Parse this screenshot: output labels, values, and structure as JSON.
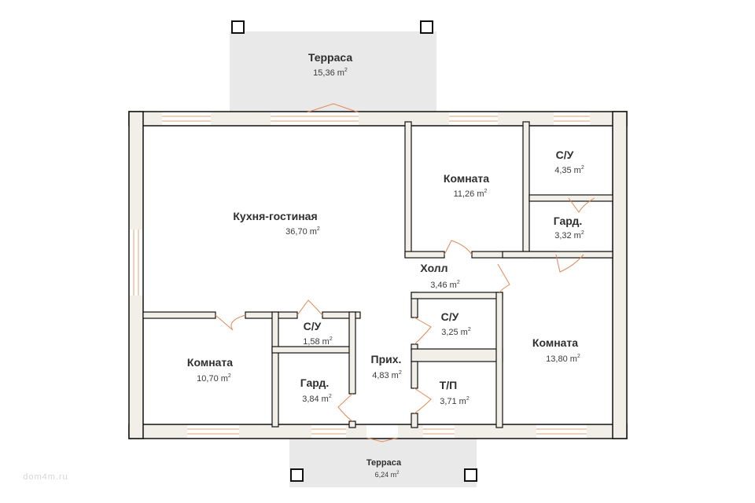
{
  "rooms": {
    "terrace_top": {
      "name": "Терраса",
      "area": "15,36 m",
      "unit_sup": "2"
    },
    "kitchen_living": {
      "name": "Кухня-гостиная",
      "area": "36,70 m",
      "unit_sup": "2"
    },
    "room_top_middle": {
      "name": "Комната",
      "area": "11,26 m",
      "unit_sup": "2"
    },
    "bath_top_right": {
      "name": "С/У",
      "area": "4,35 m",
      "unit_sup": "2"
    },
    "wardrobe_top_right": {
      "name": "Гард.",
      "area": "3,32 m",
      "unit_sup": "2"
    },
    "hall": {
      "name": "Холл",
      "area": "3,46 m",
      "unit_sup": "2"
    },
    "bath_small_left": {
      "name": "С/У",
      "area": "1,58 m",
      "unit_sup": "2"
    },
    "bath_middle": {
      "name": "С/У",
      "area": "3,25 m",
      "unit_sup": "2"
    },
    "room_right": {
      "name": "Комната",
      "area": "13,80 m",
      "unit_sup": "2"
    },
    "room_bottom_left": {
      "name": "Комната",
      "area": "10,70 m",
      "unit_sup": "2"
    },
    "wardrobe_bottom": {
      "name": "Гард.",
      "area": "3,84 m",
      "unit_sup": "2"
    },
    "entry": {
      "name": "Прих.",
      "area": "4,83 m",
      "unit_sup": "2"
    },
    "utility": {
      "name": "Т/П",
      "area": "3,71 m",
      "unit_sup": "2"
    },
    "terrace_bottom": {
      "name": "Терраса",
      "area": "6,24 m",
      "unit_sup": "2"
    }
  },
  "watermark": "dom4m.ru",
  "colors": {
    "wall_fill": "#f1efe8",
    "terrace_fill": "#e9e9e9",
    "door_window_accent": "#e08a55"
  }
}
